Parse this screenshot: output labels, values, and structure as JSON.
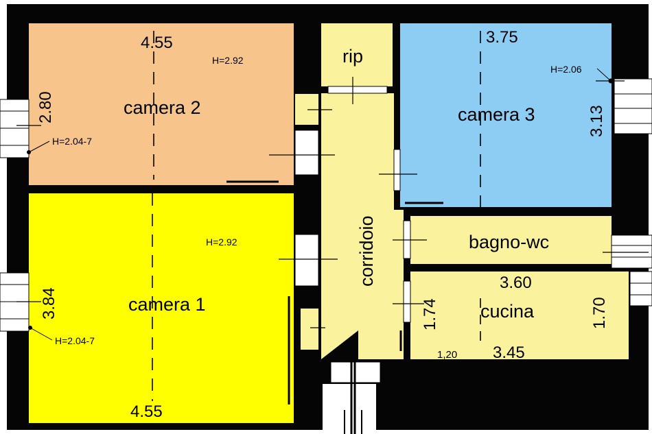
{
  "colors": {
    "wall": "#050505",
    "camera_1": "#ffff00",
    "camera_2": "#f7c58c",
    "camera_3": "#8ecdf3",
    "service_rooms": "#fbf29e",
    "line": "#000000"
  },
  "rooms": {
    "camera_2": "camera 2",
    "camera_1": "camera 1",
    "camera_3": "camera 3",
    "rip": "rip",
    "corridoio": "corridoio",
    "bagno": "bagno-wc",
    "cucina": "cucina"
  },
  "dimensions": {
    "camera_2_width": "4.55",
    "camera_2_depth": "2.80",
    "camera_2_height": "H=2.92",
    "camera_2_window_height": "H=2.04-7",
    "camera_1_width": "4.55",
    "camera_1_depth": "3.84",
    "camera_1_height": "H=2.92",
    "camera_1_window_height": "H=2.04-7",
    "camera_3_width": "3.75",
    "camera_3_depth": "3.13",
    "camera_3_window_height": "H=2.06",
    "cucina_top_width": "3.60",
    "cucina_bottom_width": "3.45",
    "cucina_left_depth": "1.74",
    "cucina_right_depth": "1.70",
    "cucina_small": "1,20"
  }
}
